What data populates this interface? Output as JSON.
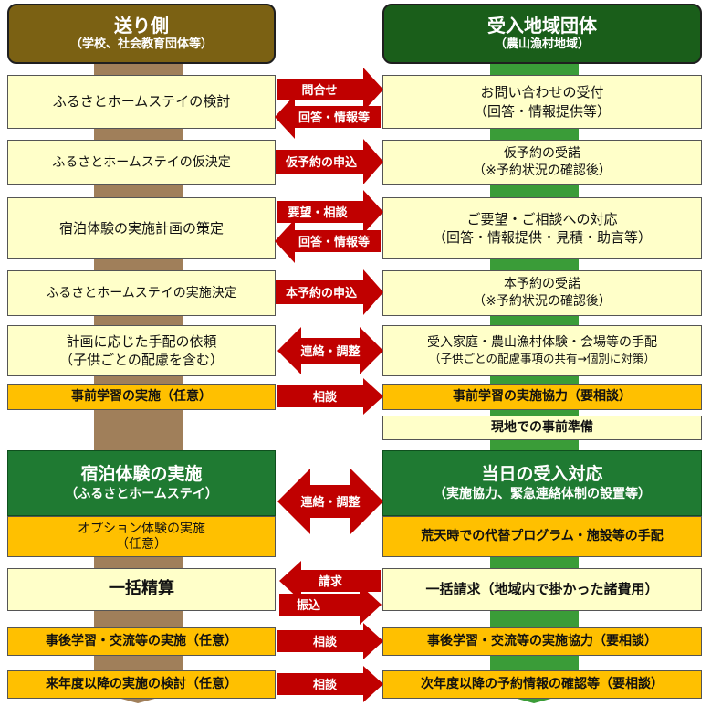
{
  "colors": {
    "left_header": "#7b6113",
    "right_header": "#1a5e1a",
    "box_cream": "#ffffc9",
    "box_orange": "#ffc000",
    "arrow_red": "#c00000",
    "trunk_brown": "#a07f5a",
    "trunk_green": "#3a9c38"
  },
  "left_header": {
    "title": "送り側",
    "subtitle": "（学校、社会教育団体等）"
  },
  "right_header": {
    "title": "受入地域団体",
    "subtitle": "（農山漁村地域）"
  },
  "left": {
    "r1": "ふるさとホームステイの検討",
    "r2": "ふるさとホームステイの仮決定",
    "r3": "宿泊体験の実施計画の策定",
    "r4": "ふるさとホームステイの実施決定",
    "r5a": "計画に応じた手配の依頼",
    "r5b": "（子供ごとの配慮を含む）",
    "r6": "事前学習の実施（任意）",
    "impl_title": "宿泊体験の実施",
    "impl_sub": "（ふるさとホームステイ）",
    "option_a": "オプション体験の実施",
    "option_b": "（任意）",
    "settle": "一括精算",
    "post": "事後学習・交流等の実施（任意）",
    "next": "来年度以降の実施の検討（任意）"
  },
  "right": {
    "r1a": "お問い合わせの受付",
    "r1b": "（回答・情報提供等）",
    "r2a": "仮予約の受諾",
    "r2b": "（※予約状況の確認後）",
    "r3a": "ご要望・ご相談への対応",
    "r3b": "（回答・情報提供・見積・助言等）",
    "r4a": "本予約の受諾",
    "r4b": "（※予約状況の確認後）",
    "r5a": "受入家庭・農山漁村体験・会場等の手配",
    "r5b": "（子供ごとの配慮事項の共有→個別に対策）",
    "r6": "事前学習の実施協力（要相談）",
    "r7": "現地での事前準備",
    "day_title": "当日の受入対応",
    "day_sub": "（実施協力、緊急連絡体制の設置等）",
    "rain": "荒天時での代替プログラム・施設等の手配",
    "bill": "一括請求（地域内で掛かった諸費用）",
    "post": "事後学習・交流等の実施協力（要相談）",
    "next": "次年度以降の予約情報の確認等（要相談）"
  },
  "arrows": {
    "inquiry": "問合せ",
    "answer1": "回答・情報等",
    "provisional": "仮予約の申込",
    "request": "要望・相談",
    "answer2": "回答・情報等",
    "booking": "本予約の申込",
    "liaison1": "連絡・調整",
    "consult1": "相談",
    "liaison2": "連絡・調整",
    "invoice": "請求",
    "payment": "振込",
    "consult2": "相談",
    "consult3": "相談"
  }
}
